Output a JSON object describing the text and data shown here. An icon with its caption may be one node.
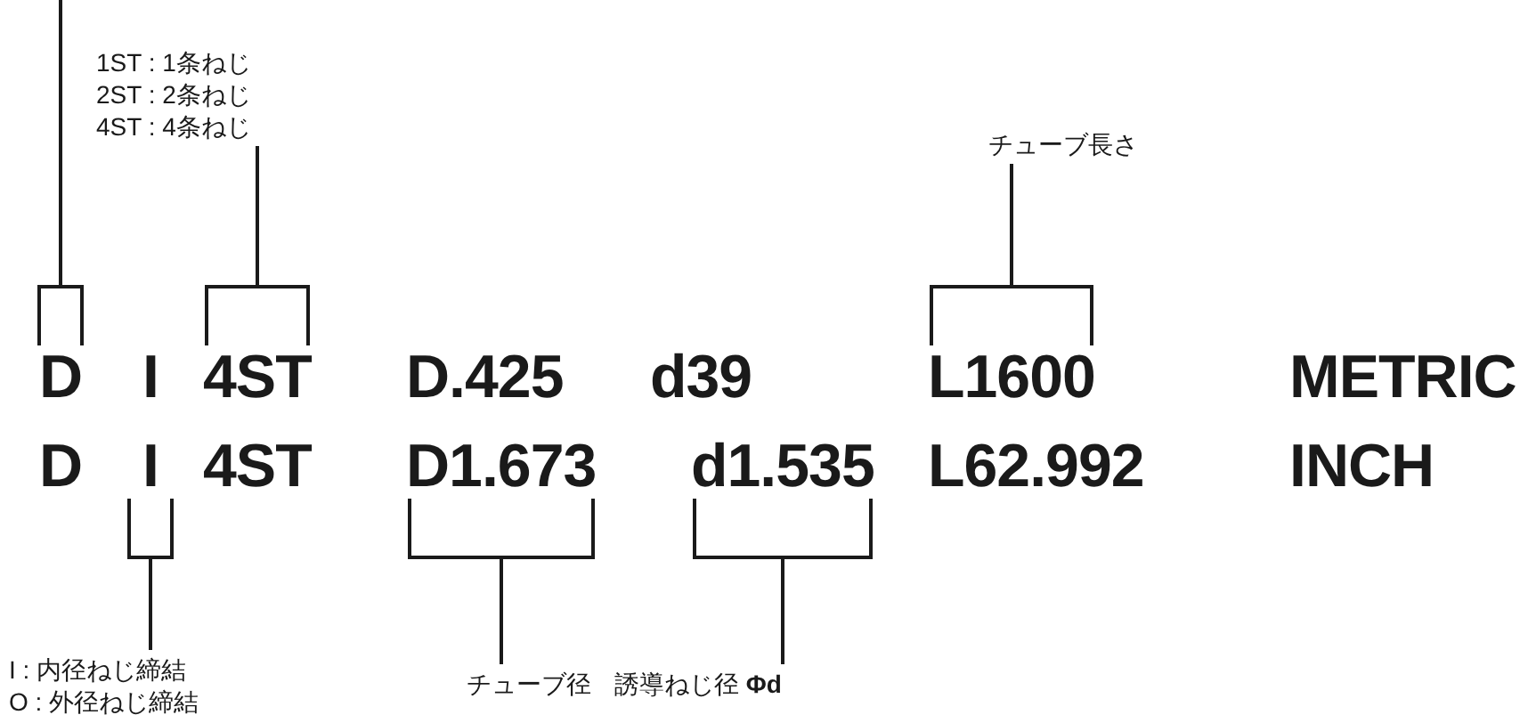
{
  "diagram": {
    "nodes": [
      {
        "text": [
          "D"
        ]
      },
      {
        "text": [
          "I"
        ]
      },
      {
        "text": [
          "4ST"
        ]
      },
      {
        "text": [
          "D.425"
        ]
      },
      {
        "text": [
          "d39"
        ]
      },
      {
        "text": [
          "L1600"
        ]
      },
      {
        "text": [
          "METRIC"
        ]
      },
      {
        "text": [
          "D"
        ]
      },
      {
        "text": [
          "I"
        ]
      },
      {
        "text": [
          "4ST"
        ]
      },
      {
        "text": [
          "D1.673"
        ]
      },
      {
        "text": [
          "d1.535"
        ]
      },
      {
        "text": [
          "L62.992"
        ]
      },
      {
        "text": [
          "INCH"
        ]
      },
      {
        "text": [
          "1ST : 1条ねじ",
          "2ST : 2条ねじ",
          "4ST : 4条ねじ"
        ]
      },
      {
        "text": [
          "チューブ長さ"
        ]
      },
      {
        "text": [
          "I : 内径ねじ締結",
          "O : 外径ねじ締結"
        ]
      },
      {
        "text": [
          "チューブ径"
        ]
      },
      {
        "text": [
          "誘導ねじ径 **Φd**"
        ]
      }
    ],
    "edges": [
      {
        "from": null,
        "to": 0,
        "arrow": "none"
      },
      {
        "from": 14,
        "to": 2,
        "arrow": "none"
      },
      {
        "from": 15,
        "to": 5,
        "arrow": "none"
      },
      {
        "from": 16,
        "to": 8,
        "arrow": "none"
      },
      {
        "from": 17,
        "to": 10,
        "arrow": "none"
      },
      {
        "from": 18,
        "to": 11,
        "arrow": "none"
      }
    ]
  }
}
